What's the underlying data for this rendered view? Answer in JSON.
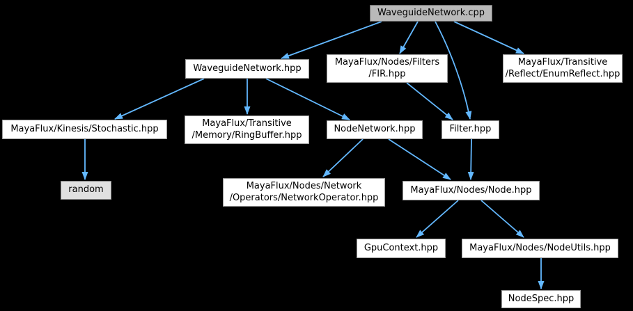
{
  "diagram": {
    "type": "include-dependency-graph",
    "background_color": "#000000",
    "edge_color": "#63b8ff",
    "node_fill": "#ffffff",
    "node_border": "#9a9a9a",
    "root_node_fill": "#b9b9b9",
    "system_node_fill": "#e0e0e0",
    "nodes": [
      {
        "id": "waveguide-network-cpp",
        "label": "WaveguideNetwork.cpp",
        "kind": "root"
      },
      {
        "id": "waveguide-network-hpp",
        "label": "WaveguideNetwork.hpp",
        "kind": "header"
      },
      {
        "id": "fir-hpp",
        "label": "MayaFlux/Nodes/Filters\n/FIR.hpp",
        "kind": "header"
      },
      {
        "id": "enum-reflect-hpp",
        "label": "MayaFlux/Transitive\n/Reflect/EnumReflect.hpp",
        "kind": "header"
      },
      {
        "id": "stochastic-hpp",
        "label": "MayaFlux/Kinesis/Stochastic.hpp",
        "kind": "header"
      },
      {
        "id": "ring-buffer-hpp",
        "label": "MayaFlux/Transitive\n/Memory/RingBuffer.hpp",
        "kind": "header"
      },
      {
        "id": "node-network-hpp",
        "label": "NodeNetwork.hpp",
        "kind": "header"
      },
      {
        "id": "filter-hpp",
        "label": "Filter.hpp",
        "kind": "header"
      },
      {
        "id": "random",
        "label": "random",
        "kind": "system"
      },
      {
        "id": "network-operator-hpp",
        "label": "MayaFlux/Nodes/Network\n/Operators/NetworkOperator.hpp",
        "kind": "header"
      },
      {
        "id": "node-hpp",
        "label": "MayaFlux/Nodes/Node.hpp",
        "kind": "header"
      },
      {
        "id": "gpu-context-hpp",
        "label": "GpuContext.hpp",
        "kind": "header"
      },
      {
        "id": "node-utils-hpp",
        "label": "MayaFlux/Nodes/NodeUtils.hpp",
        "kind": "header"
      },
      {
        "id": "node-spec-hpp",
        "label": "NodeSpec.hpp",
        "kind": "header"
      }
    ],
    "edges": [
      {
        "from": "waveguide-network-cpp",
        "to": "waveguide-network-hpp"
      },
      {
        "from": "waveguide-network-cpp",
        "to": "fir-hpp"
      },
      {
        "from": "waveguide-network-cpp",
        "to": "filter-hpp"
      },
      {
        "from": "waveguide-network-cpp",
        "to": "enum-reflect-hpp"
      },
      {
        "from": "waveguide-network-hpp",
        "to": "stochastic-hpp"
      },
      {
        "from": "waveguide-network-hpp",
        "to": "ring-buffer-hpp"
      },
      {
        "from": "waveguide-network-hpp",
        "to": "node-network-hpp"
      },
      {
        "from": "fir-hpp",
        "to": "filter-hpp"
      },
      {
        "from": "stochastic-hpp",
        "to": "random"
      },
      {
        "from": "node-network-hpp",
        "to": "network-operator-hpp"
      },
      {
        "from": "node-network-hpp",
        "to": "node-hpp"
      },
      {
        "from": "filter-hpp",
        "to": "node-hpp"
      },
      {
        "from": "node-hpp",
        "to": "gpu-context-hpp"
      },
      {
        "from": "node-hpp",
        "to": "node-utils-hpp"
      },
      {
        "from": "node-utils-hpp",
        "to": "node-spec-hpp"
      }
    ]
  }
}
